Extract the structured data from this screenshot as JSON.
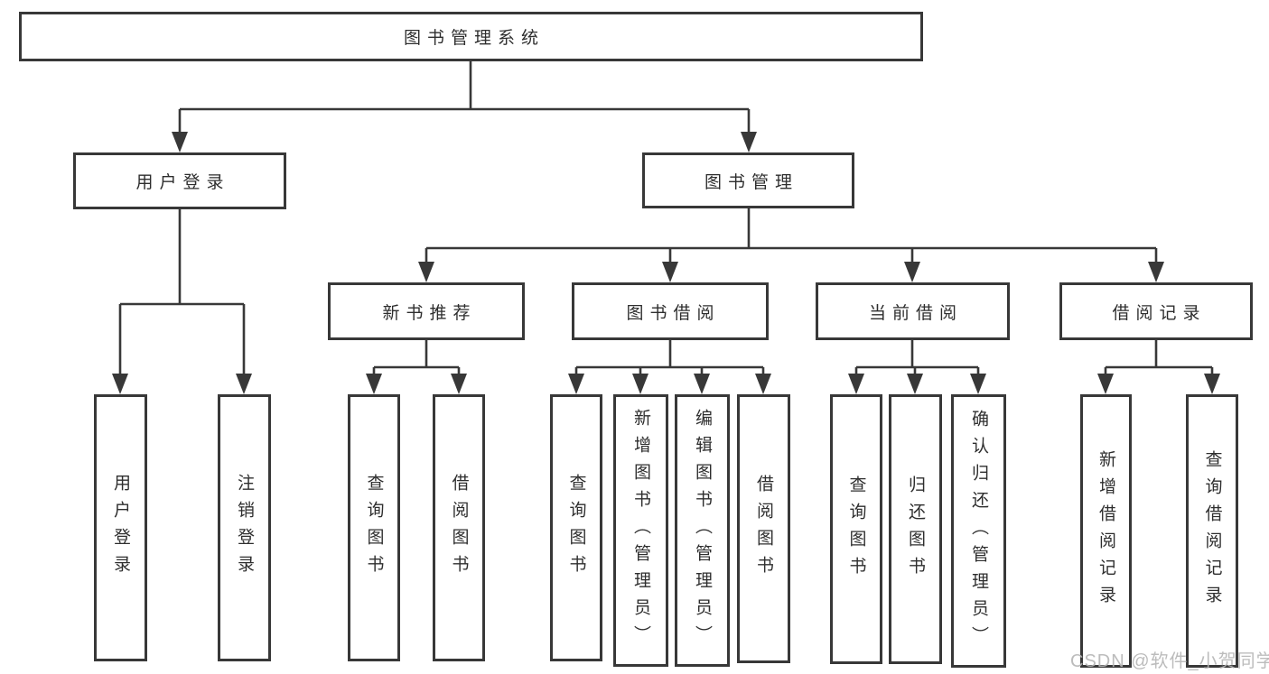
{
  "diagram_title": "图书管理系统",
  "nodes": {
    "root": {
      "label": "图书管理系统"
    },
    "user_login": {
      "label": "用户登录"
    },
    "book_management": {
      "label": "图书管理"
    },
    "new_book_recommend": {
      "label": "新书推荐"
    },
    "book_borrowing": {
      "label": "图书借阅"
    },
    "current_borrowing": {
      "label": "当前借阅"
    },
    "borrowing_records": {
      "label": "借阅记录"
    },
    "ul_user_login": {
      "label": "用户登录"
    },
    "ul_logout": {
      "label": "注销登录"
    },
    "nb_query_books": {
      "label": "查询图书"
    },
    "nb_borrow_books": {
      "label": "借阅图书"
    },
    "bb_query_books": {
      "label": "查询图书"
    },
    "bb_add_books": {
      "label": "新增图书（管理员）"
    },
    "bb_edit_books": {
      "label": "编辑图书（管理员）"
    },
    "bb_borrow_books": {
      "label": "借阅图书"
    },
    "cb_query_books": {
      "label": "查询图书"
    },
    "cb_return_books": {
      "label": "归还图书"
    },
    "cb_confirm_return": {
      "label": "确认归还（管理员）"
    },
    "br_add_record": {
      "label": "新增借阅记录"
    },
    "br_query_record": {
      "label": "查询借阅记录"
    }
  },
  "watermark": {
    "text": "CSDN @软件_小贺同学"
  },
  "colors": {
    "line": "#383838",
    "text": "#2e2e2e",
    "background": "#ffffff",
    "watermark": "#b5b5b5"
  }
}
